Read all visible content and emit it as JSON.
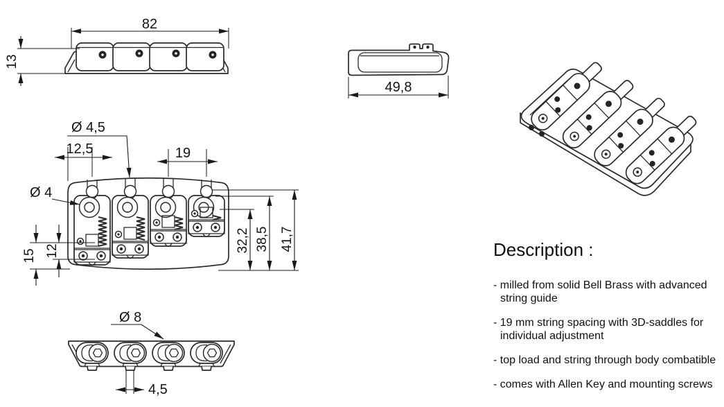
{
  "page": {
    "background_color": "#ffffff",
    "line_color": "#2b2b2b",
    "text_color": "#141414",
    "subject": "4-string bass bridge technical drawing"
  },
  "views": {
    "side": {
      "dims": {
        "width": "82",
        "height": "13"
      }
    },
    "end": {
      "dims": {
        "depth": "49,8"
      }
    },
    "plan": {
      "dims": {
        "string_hole_dia": "Ø 4,5",
        "edge_to_first_string": "12,5",
        "string_spacing": "19",
        "screw_dia": "Ø 4",
        "offset_15": "15",
        "offset_12": "12",
        "depth_32": "32,2",
        "depth_38": "38,5",
        "depth_41": "41,7"
      }
    },
    "bottom": {
      "dims": {
        "hole_dia": "Ø 8",
        "slot_width": "4,5"
      }
    }
  },
  "description": {
    "heading": "Description :",
    "items": [
      "- milled from solid Bell Brass with advanced string guide",
      "- 19 mm string spacing with 3D-saddles for individual adjustment",
      "- top load and string through body combatible",
      "- comes with Allen Key and mounting screws"
    ]
  }
}
